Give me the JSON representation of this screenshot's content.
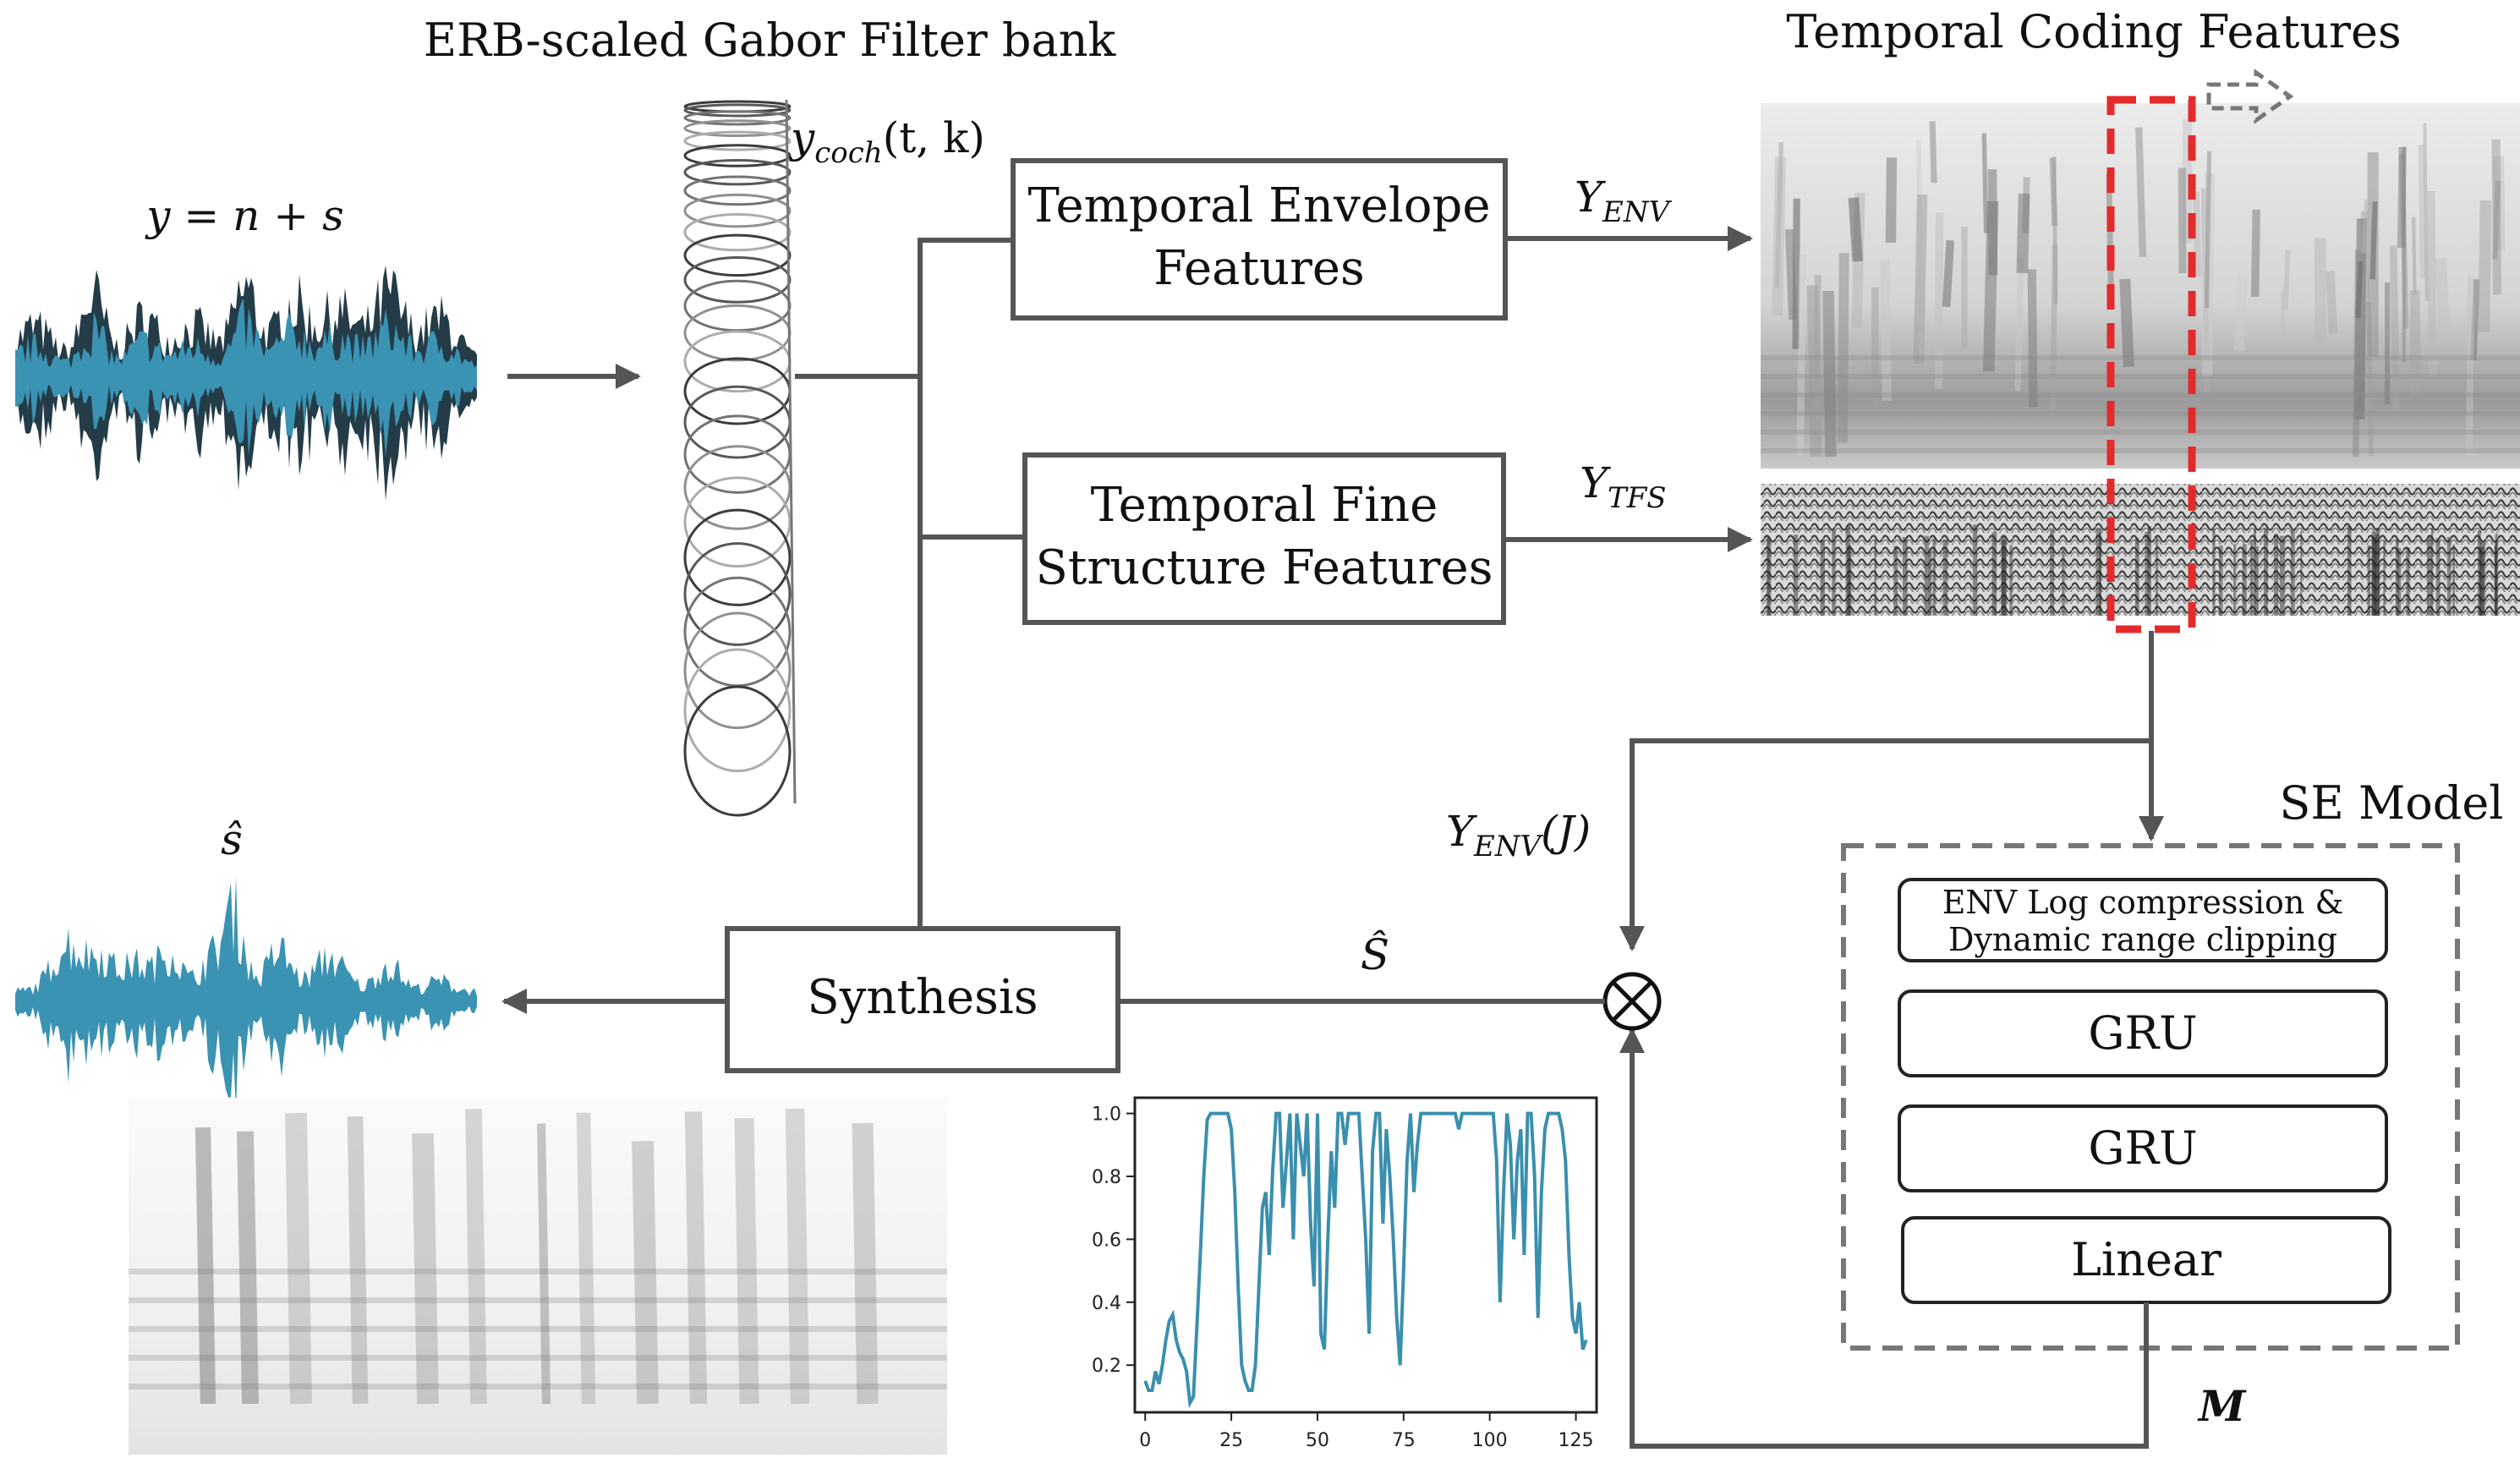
{
  "labels": {
    "filterbank_title": "ERB-scaled Gabor Filter bank",
    "temporal_title": "Temporal Coding Features",
    "se_model": "SE Model",
    "input_eq": "y = n + s",
    "ycoch": "y",
    "ycoch_sub": "coch",
    "ycoch_args": "(t, k)",
    "y_env": "Y",
    "y_env_sub": "ENV",
    "y_tfs": "Y",
    "y_tfs_sub": "TFS",
    "y_env_j": "Y",
    "y_env_j_sub": "ENV",
    "y_env_j_arg": "(J)",
    "s_hat_small": "ŝ",
    "s_hat_big": "Ŝ",
    "mask": "M"
  },
  "boxes": {
    "env_line1": "Temporal Envelope",
    "env_line2": "Features",
    "tfs_line1": "Temporal Fine",
    "tfs_line2": "Structure Features",
    "synthesis": "Synthesis",
    "se_layer1_line1": "ENV Log compression &",
    "se_layer1_line2": "Dynamic range clipping",
    "se_layer2": "GRU",
    "se_layer3": "GRU",
    "se_layer4": "Linear"
  },
  "colors": {
    "wave_dark": "#243c48",
    "wave_light": "#3b93b3",
    "line": "#555555",
    "highlight": "#e32b2b",
    "mask_plot": "#3a8fae"
  },
  "chart_data": {
    "type": "line",
    "xticks": [
      "0",
      "25",
      "50",
      "75",
      "100",
      "125"
    ],
    "yticks": [
      "0.2",
      "0.4",
      "0.6",
      "0.8",
      "1.0"
    ],
    "xlim": [
      -3,
      131
    ],
    "ylim": [
      0.05,
      1.05
    ],
    "series": [
      {
        "values": [
          0.15,
          0.12,
          0.12,
          0.18,
          0.14,
          0.2,
          0.28,
          0.34,
          0.36,
          0.28,
          0.24,
          0.22,
          0.18,
          0.08,
          0.1,
          0.32,
          0.55,
          0.8,
          0.98,
          1.0,
          1.0,
          1.0,
          1.0,
          1.0,
          1.0,
          0.95,
          0.75,
          0.45,
          0.2,
          0.15,
          0.12,
          0.12,
          0.2,
          0.45,
          0.7,
          0.75,
          0.55,
          0.82,
          1.0,
          1.0,
          0.7,
          0.85,
          1.0,
          0.6,
          1.0,
          0.9,
          0.8,
          1.0,
          0.65,
          0.45,
          1.0,
          0.3,
          0.25,
          0.6,
          0.88,
          0.7,
          1.0,
          1.0,
          0.9,
          1.0,
          1.0,
          1.0,
          1.0,
          0.8,
          0.6,
          0.3,
          0.88,
          1.0,
          1.0,
          0.65,
          0.95,
          0.8,
          0.6,
          0.35,
          0.2,
          0.5,
          0.85,
          1.0,
          0.75,
          0.9,
          1.0,
          1.0,
          1.0,
          1.0,
          1.0,
          1.0,
          1.0,
          1.0,
          1.0,
          1.0,
          1.0,
          0.95,
          1.0,
          1.0,
          1.0,
          1.0,
          1.0,
          1.0,
          1.0,
          1.0,
          1.0,
          1.0,
          0.85,
          0.4,
          0.75,
          1.0,
          0.9,
          0.6,
          0.85,
          0.95,
          0.55,
          1.0,
          1.0,
          0.8,
          0.35,
          0.75,
          0.95,
          1.0,
          1.0,
          1.0,
          1.0,
          0.95,
          0.85,
          0.55,
          0.35,
          0.3,
          0.4,
          0.25,
          0.28
        ]
      }
    ]
  }
}
